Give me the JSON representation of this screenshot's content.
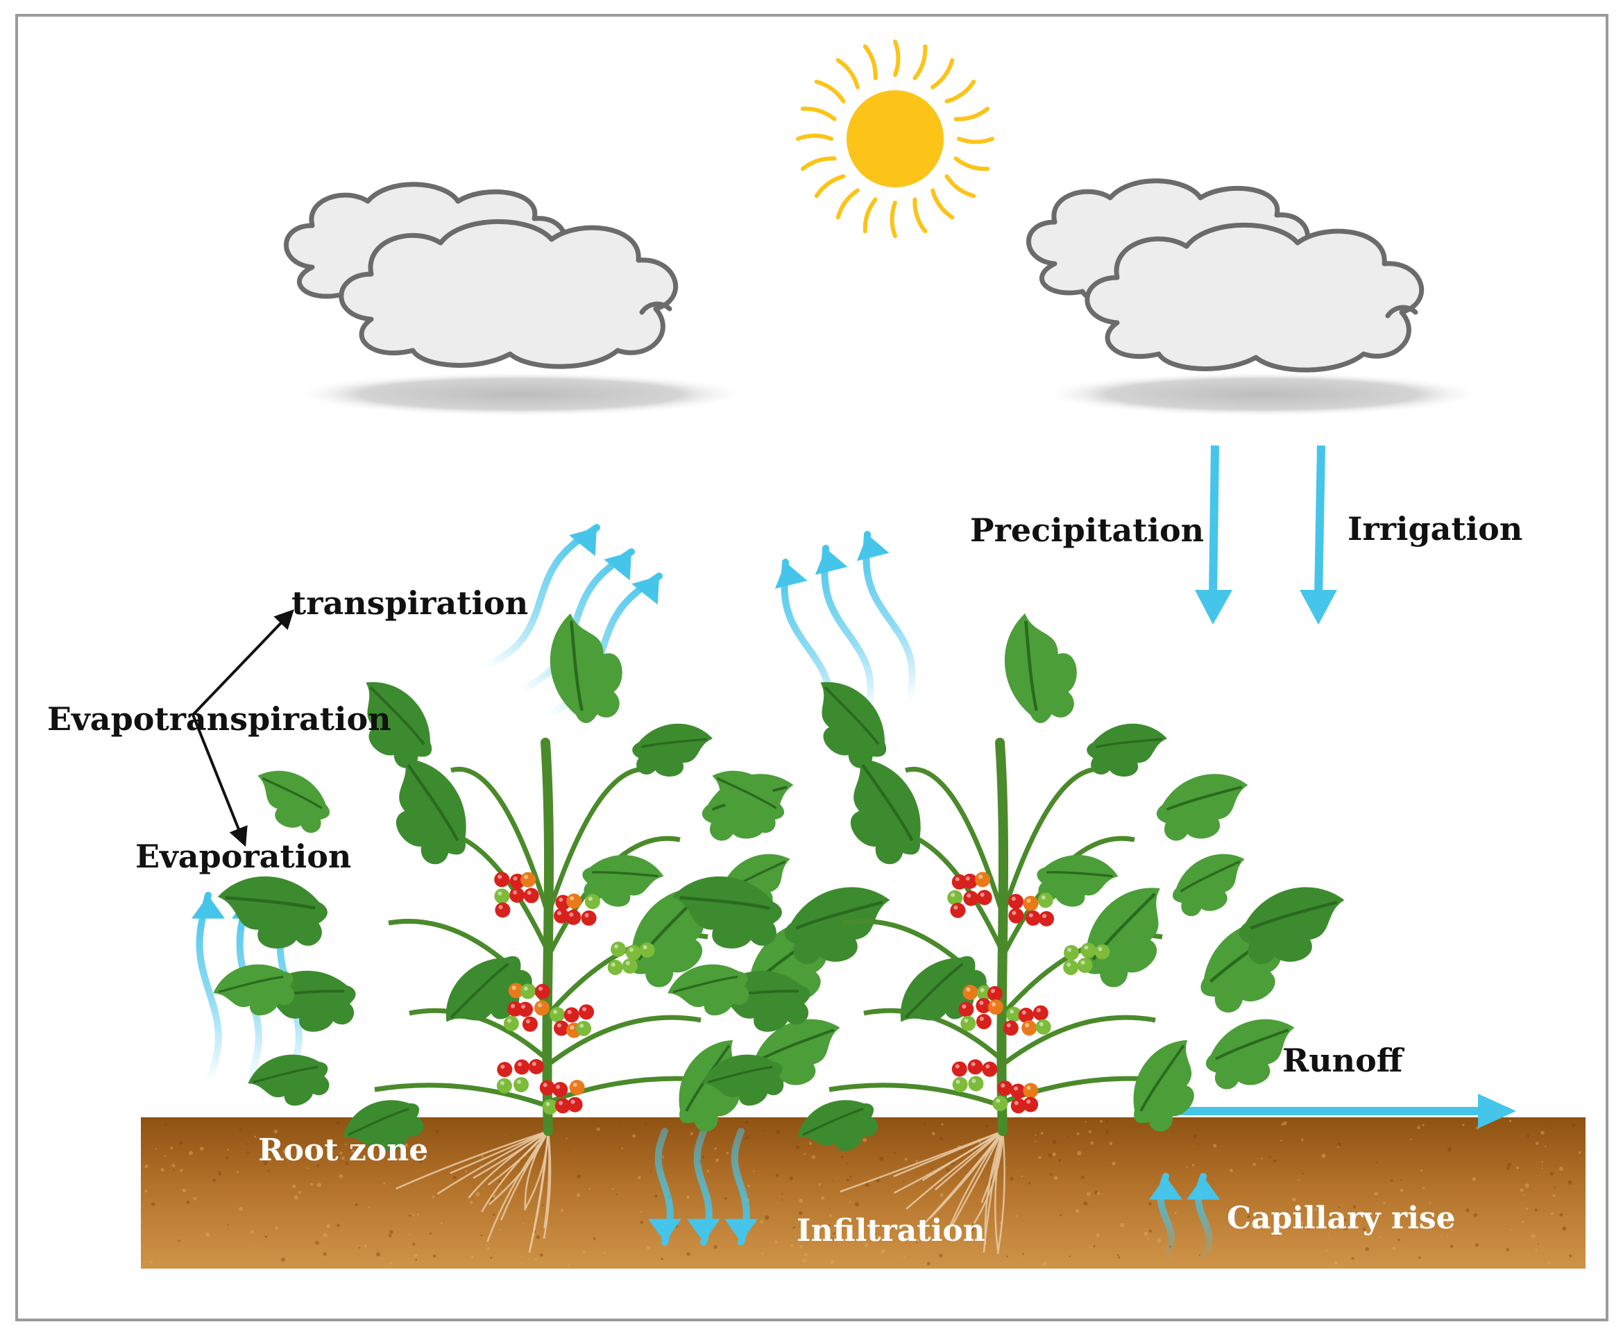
{
  "labels": {
    "transpiration": "transpiration",
    "evapotranspiration": "Evapotranspiration",
    "evaporation": "Evaporation",
    "precipitation": "Precipitation",
    "irrigation": "Irrigation",
    "runoff": "Runoff",
    "root_zone": "Root zone",
    "infiltration": "Infiltration",
    "capillary_rise": "Capillary rise"
  },
  "colors": {
    "water_arrow": "#45c5ea",
    "sun": "#fcc419",
    "sun_ray": "#fcc419",
    "cloud_fill": "#ededed",
    "cloud_stroke": "#6b6b6b",
    "soil_top": "#9c5b16",
    "soil_bottom": "#c98a3c",
    "leaf": "#3d8b2f",
    "leaf_dark": "#2a6a1f",
    "tomato_red": "#d8211c",
    "tomato_orange": "#e97a1a",
    "tomato_green": "#7dbb3b",
    "label_dark": "#111111",
    "label_light": "#ffffff",
    "frame": "#9a9a9a"
  },
  "icons": [
    "sun-icon",
    "cloud-icon",
    "plant-icon",
    "arrow-icon"
  ]
}
